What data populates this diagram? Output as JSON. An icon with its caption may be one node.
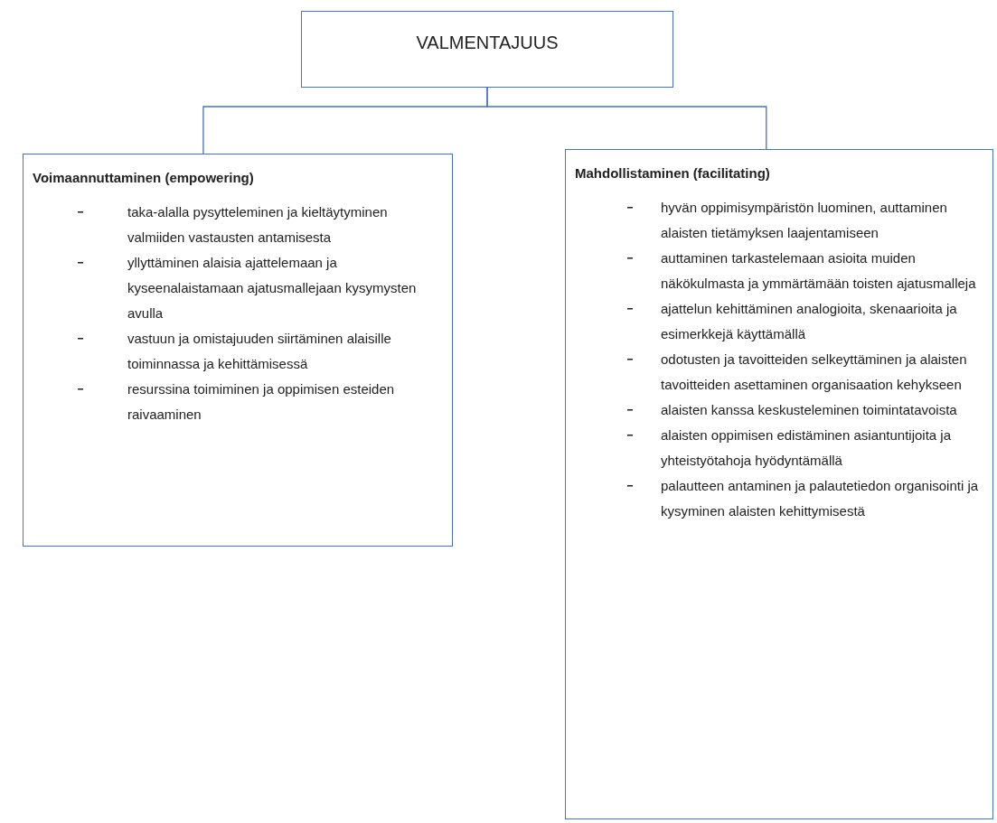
{
  "diagram": {
    "nodes": [
      {
        "text": [
          "VALMENTAJUUS"
        ]
      },
      {
        "text": [
          "Voimaannuttaminen (empowering)",
          "taka-alalla pysytteleminen ja kieltäytyminen valmiiden vastausten antamisesta",
          "yllyttäminen alaisia ajattelemaan ja kyseenalaistamaan ajatusmallejaan kysymysten avulla",
          "vastuun ja omistajuuden siirtäminen alaisille toiminnassa ja kehittämisessä",
          "resurssina toimiminen ja oppimisen esteiden raivaaminen"
        ]
      },
      {
        "text": [
          "Mahdollistaminen (facilitating)",
          "hyvän oppimisympäristön luominen, auttaminen alaisten tietämyksen laajentamiseen",
          "auttaminen tarkastelemaan asioita muiden näkökulmasta ja ymmärtämään toisten ajatusmalleja",
          "ajattelun kehittäminen analogioita, skenaarioita ja esimerkkejä käyttämällä",
          "odotusten ja tavoitteiden selkeyttäminen ja alaisten tavoitteiden asettaminen organisaation kehykseen",
          "alaisten kanssa keskusteleminen toimintatavoista",
          "alaisten oppimisen edistäminen asiantuntijoita ja yhteistyötahoja hyödyntämällä",
          "palautteen antaminen ja palautetiedon organisointi ja kysyminen alaisten kehittymisestä"
        ]
      }
    ],
    "edges": [
      {
        "from": 0,
        "to": 1,
        "arrow": "none"
      },
      {
        "from": 0,
        "to": 2,
        "arrow": "none"
      }
    ]
  }
}
